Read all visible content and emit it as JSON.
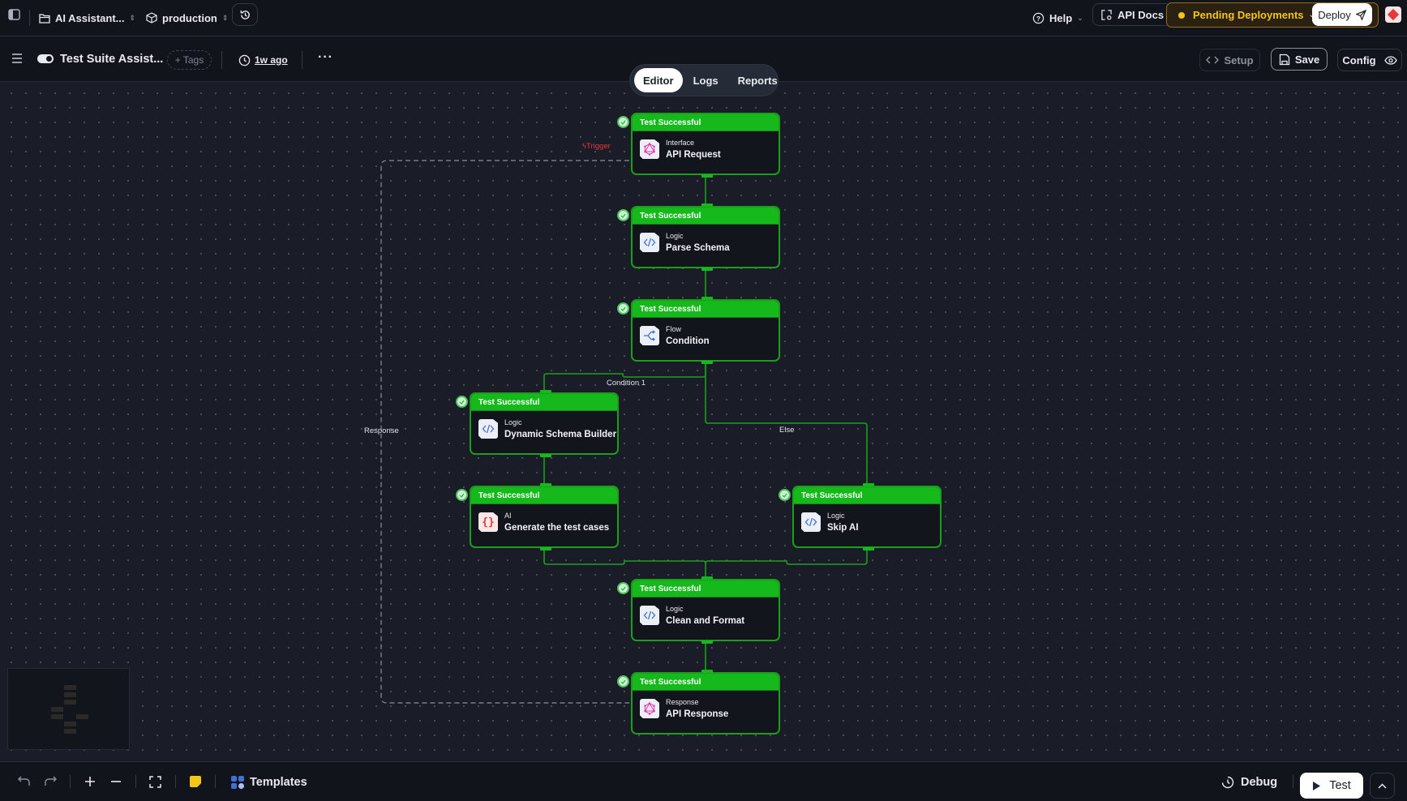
{
  "topbar": {
    "project_name": "AI Assistant...",
    "environment": "production",
    "help_label": "Help",
    "api_docs_label": "API Docs",
    "pending_label": "Pending Deployments",
    "deploy_label": "Deploy"
  },
  "toolbar": {
    "workflow_name": "Test Suite Assist...",
    "tags_label": "+ Tags",
    "last_edited": "1w ago",
    "setup_label": "Setup",
    "save_label": "Save",
    "config_label": "Config"
  },
  "tabs": [
    {
      "label": "Editor",
      "active": true
    },
    {
      "label": "Logs",
      "active": false
    },
    {
      "label": "Reports",
      "active": false
    }
  ],
  "nodes": [
    {
      "status": "Test Successful",
      "kind": "Interface",
      "title": "API Request",
      "icon": "graphql-icon"
    },
    {
      "status": "Test Successful",
      "kind": "Logic",
      "title": "Parse Schema",
      "icon": "code-icon"
    },
    {
      "status": "Test Successful",
      "kind": "Flow",
      "title": "Condition",
      "icon": "branch-icon"
    },
    {
      "status": "Test Successful",
      "kind": "Logic",
      "title": "Dynamic Schema Builder",
      "icon": "code-icon"
    },
    {
      "status": "Test Successful",
      "kind": "AI",
      "title": "Generate the test cases",
      "icon": "braces-icon"
    },
    {
      "status": "Test Successful",
      "kind": "Logic",
      "title": "Skip AI",
      "icon": "code-icon"
    },
    {
      "status": "Test Successful",
      "kind": "Logic",
      "title": "Clean and Format",
      "icon": "code-icon"
    },
    {
      "status": "Test Successful",
      "kind": "Response",
      "title": "API Response",
      "icon": "graphql-icon"
    }
  ],
  "edges": {
    "trigger_label": "Trigger",
    "condition_label": "Condition 1",
    "else_label": "Else",
    "response_label": "Response"
  },
  "bottombar": {
    "templates_label": "Templates",
    "debug_label": "Debug",
    "test_label": "Test"
  },
  "colors": {
    "success": "#15b91c",
    "pending": "#f5c518",
    "trigger": "#e5383b"
  }
}
